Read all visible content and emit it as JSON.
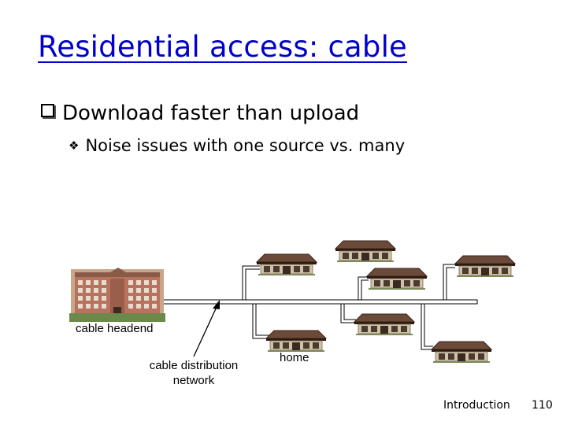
{
  "slide": {
    "title": "Residential access: cable",
    "bullet_level1": "Download faster than upload",
    "bullet_level2": "Noise issues with one source vs. many"
  },
  "diagram": {
    "label_headend": "cable headend",
    "label_distribution_line1": "cable distribution",
    "label_distribution_line2": "network",
    "label_home": "home"
  },
  "footer": {
    "section": "Introduction",
    "page_number": "110"
  }
}
